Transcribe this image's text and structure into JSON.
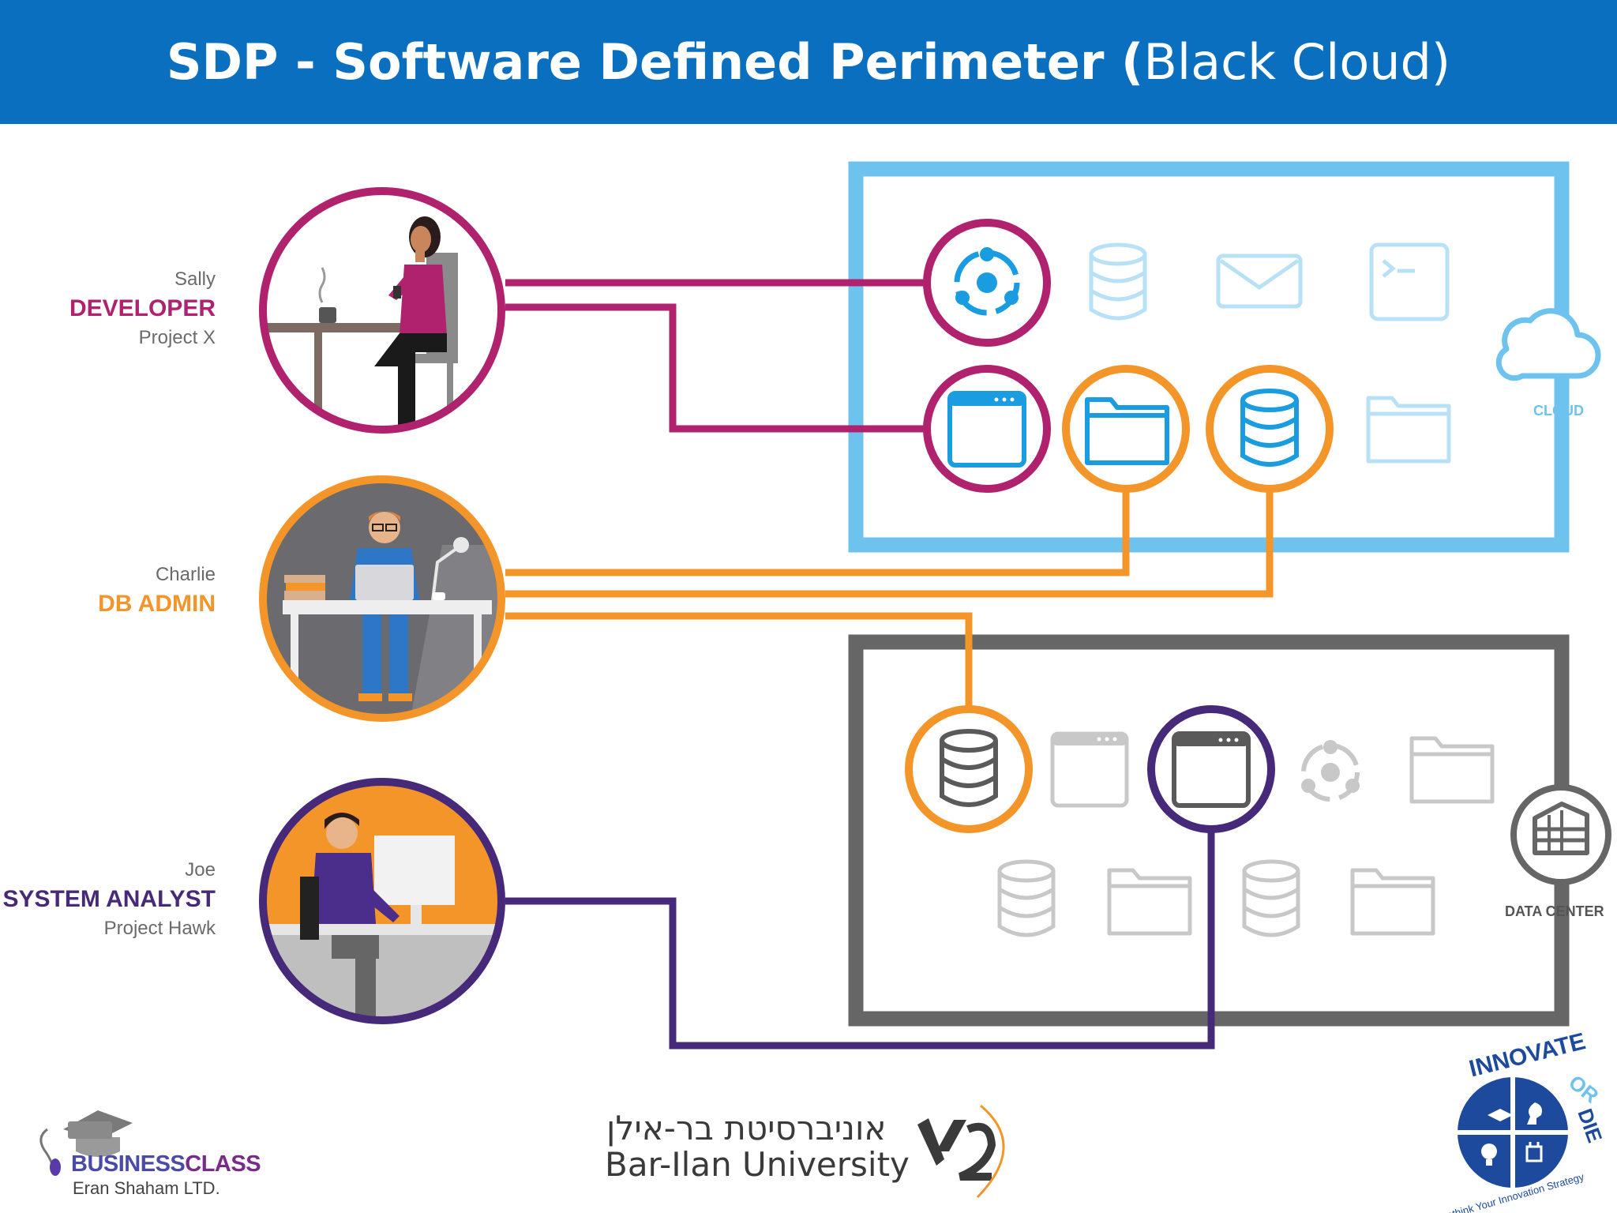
{
  "header": {
    "title_bold": "SDP - Software Defined Perimeter (",
    "title_normal": "Black Cloud)",
    "bg_color": "#0b6fc0"
  },
  "roles": [
    {
      "name": "Sally",
      "title": "DEVELOPER",
      "project": "Project X",
      "color": "#b0226e"
    },
    {
      "name": "Charlie",
      "title": "DB ADMIN",
      "project": "",
      "color": "#f4952a"
    },
    {
      "name": "Joe",
      "title": "SYSTEM ANALYST",
      "project": "Project Hawk",
      "color": "#47297a"
    }
  ],
  "zones": {
    "cloud": {
      "label": "CLOUD",
      "color": "#6ec3ee",
      "icon": "cloud-icon"
    },
    "data_center": {
      "label": "DATA CENTER",
      "color": "#666666",
      "icon": "building-icon"
    }
  },
  "cloud_resources": [
    {
      "icon": "share-network-icon",
      "access": "developer"
    },
    {
      "icon": "database-icon",
      "access": "none"
    },
    {
      "icon": "mail-icon",
      "access": "none"
    },
    {
      "icon": "terminal-icon",
      "access": "none"
    },
    {
      "icon": "browser-window-icon",
      "access": "developer"
    },
    {
      "icon": "folder-icon",
      "access": "db-admin"
    },
    {
      "icon": "database-icon",
      "access": "db-admin"
    },
    {
      "icon": "folder-icon",
      "access": "none"
    }
  ],
  "datacenter_resources": [
    {
      "icon": "database-icon",
      "access": "db-admin"
    },
    {
      "icon": "browser-window-icon",
      "access": "none"
    },
    {
      "icon": "browser-window-icon",
      "access": "system-analyst"
    },
    {
      "icon": "share-network-icon",
      "access": "none"
    },
    {
      "icon": "folder-icon",
      "access": "none"
    },
    {
      "icon": "database-icon",
      "access": "none"
    },
    {
      "icon": "folder-icon",
      "access": "none"
    },
    {
      "icon": "database-icon",
      "access": "none"
    },
    {
      "icon": "folder-icon",
      "access": "none"
    }
  ],
  "footer": {
    "business_class_a": "BUSINESS",
    "business_class_b": "CLASS",
    "business_class_sub": "Eran Shaham LTD.",
    "university_hebrew": "אוניברסיטת בר-אילן",
    "university_english": "Bar-Ilan University",
    "innovate_top": "INNOVATE",
    "innovate_or": "OR",
    "innovate_die": "DIE",
    "innovate_tagline": "Rethink Your Innovation Strategy"
  }
}
